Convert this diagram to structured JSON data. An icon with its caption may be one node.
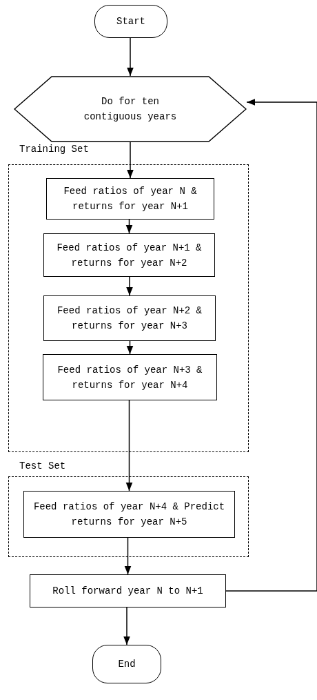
{
  "diagram": {
    "nodes": [
      {
        "text": [
          "Start"
        ]
      },
      {
        "text": [
          "Do for ten contiguous years"
        ]
      },
      {
        "text": [
          "Training Set"
        ]
      },
      {
        "text": [
          "Feed ratios of year N & returns for year N+1"
        ],
        "in": 2
      },
      {
        "text": [
          "Feed ratios of year N+1 & returns for year N+2"
        ],
        "in": 2
      },
      {
        "text": [
          "Feed ratios of year N+2 & returns for year N+3"
        ],
        "in": 2
      },
      {
        "text": [
          "Feed ratios of year N+3 & returns for year N+4"
        ],
        "in": 2
      },
      {
        "text": [
          "Test Set"
        ]
      },
      {
        "text": [
          "Feed ratios of year N+4 & Predict returns for year N+5"
        ],
        "in": 7
      },
      {
        "text": [
          "Roll forward year N to N+1"
        ]
      },
      {
        "text": [
          "End"
        ]
      }
    ],
    "edges": [
      {
        "from": 0,
        "to": 1,
        "arrow": "to"
      },
      {
        "from": 1,
        "to": 3,
        "arrow": "to"
      },
      {
        "from": 3,
        "to": 4,
        "arrow": "to"
      },
      {
        "from": 4,
        "to": 5,
        "arrow": "to"
      },
      {
        "from": 5,
        "to": 6,
        "arrow": "to"
      },
      {
        "from": 6,
        "to": 8,
        "arrow": "to"
      },
      {
        "from": 8,
        "to": 9,
        "arrow": "to"
      },
      {
        "from": 9,
        "to": 10,
        "arrow": "to"
      },
      {
        "from": 9,
        "to": 1,
        "arrow": "to"
      }
    ]
  }
}
